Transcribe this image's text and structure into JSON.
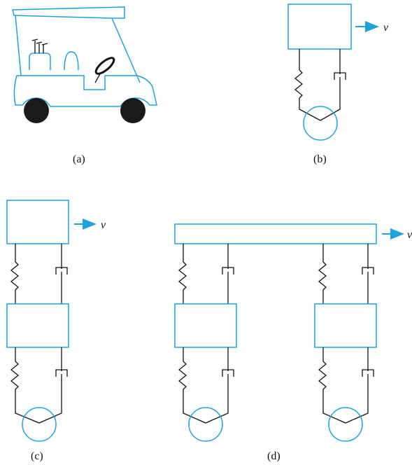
{
  "figure": {
    "captions": {
      "a": "(a)",
      "b": "(b)",
      "c": "(c)",
      "d": "(d)"
    },
    "velocity_labels": {
      "b": "v",
      "c": "v",
      "d": "v"
    },
    "colors": {
      "accent_blue": "#1fa3dc",
      "line_black": "#111111",
      "wheel_black": "#1a1a1a"
    }
  }
}
